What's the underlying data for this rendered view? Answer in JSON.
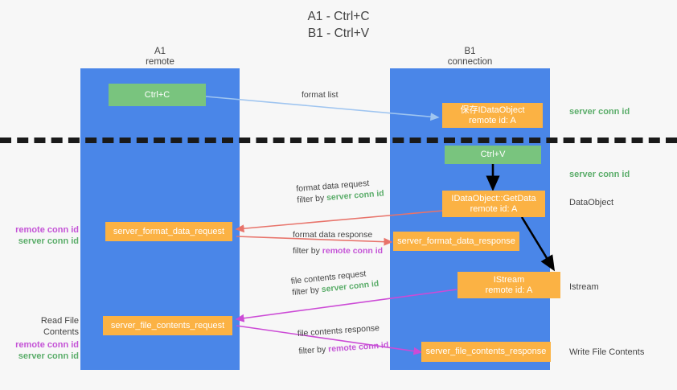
{
  "title": {
    "line1": "A1 - Ctrl+C",
    "line2": "B1 - Ctrl+V"
  },
  "lanes": [
    {
      "name": "A1",
      "sub": "remote"
    },
    {
      "name": "B1",
      "sub": "connection"
    }
  ],
  "boxes": {
    "ctrl_c": "Ctrl+C",
    "ctrl_v": "Ctrl+V",
    "save_idataobject": {
      "line1": "保存IDataObject",
      "line2": "remote id: A"
    },
    "getdata": {
      "line1": "IDataObject::GetData",
      "line2": "remote id: A"
    },
    "istream": {
      "line1": "IStream",
      "line2": "remote id: A"
    },
    "server_format_data_request": "server_format_data_request",
    "server_format_data_response": "server_format_data_response",
    "server_file_contents_request": "server_file_contents_request",
    "server_file_contents_response": "server_file_contents_response"
  },
  "edge_labels": {
    "format_list": "format list",
    "format_data_request": "format data request",
    "format_data_request_filter_prefix": "filter by ",
    "format_data_request_filter_value": "server conn id",
    "format_data_response": "format data response",
    "format_data_response_filter_prefix": "filter by ",
    "format_data_response_filter_value": "remote conn id",
    "file_contents_request": "file contents request",
    "file_contents_request_filter_prefix": "filter by ",
    "file_contents_request_filter_value": "server conn id",
    "file_contents_response": "file contents response",
    "file_contents_response_filter_prefix": "filter by ",
    "file_contents_response_filter_value": "remote conn id"
  },
  "right_labels": {
    "server_conn_id_top": "server conn id",
    "server_conn_id_mid": "server conn id",
    "dataobject": "DataObject",
    "istream": "Istream",
    "write_file_contents": "Write File Contents"
  },
  "left_labels": {
    "remote_conn_id_1": "remote conn id",
    "server_conn_id_1": "server conn id",
    "read_file_contents": "Read File Contents",
    "remote_conn_id_2": "remote conn id",
    "server_conn_id_2": "server conn id"
  },
  "colors": {
    "lane": "#4a86e8",
    "green_box": "#79c47e",
    "orange_box": "#fbb244",
    "green_text": "#5bad6a",
    "magenta_text": "#c453d6",
    "arrow_blue": "#9fc5f0",
    "arrow_red": "#e8736a",
    "arrow_magenta": "#cc4bd6",
    "arrow_black": "#000000",
    "background": "#f7f7f7"
  }
}
